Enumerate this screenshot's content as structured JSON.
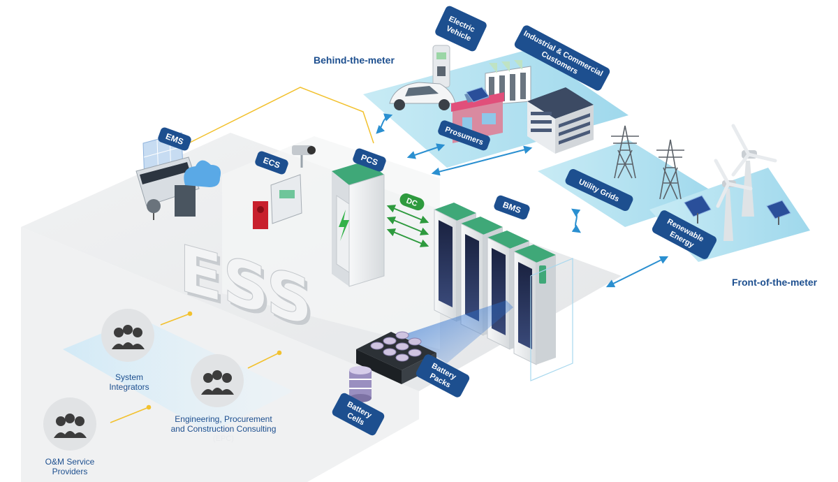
{
  "region_labels": {
    "behind": "Behind-the-meter",
    "front": "Front-of-the-meter"
  },
  "tags": {
    "ev": [
      "Electric",
      "Vehicle"
    ],
    "ic": [
      "Industrial & Commercial",
      "Customers"
    ],
    "prosumers": "Prosumers",
    "utility": "Utility Grids",
    "renewable": [
      "Renewable",
      "Energy"
    ],
    "ems": "EMS",
    "ecs": "ECS",
    "pcs": "PCS",
    "bms": "BMS",
    "dc": "DC",
    "battery_packs": [
      "Battery",
      "Packs"
    ],
    "battery_cells": [
      "Battery",
      "Cells"
    ]
  },
  "ess_text": "ESS",
  "stakeholders": {
    "system_integrators": [
      "System",
      "Integrators"
    ],
    "epc": [
      "Engineering, Procurement",
      "and Construction Consulting"
    ],
    "epc_sub": "(EPC)",
    "om": [
      "O&M Service",
      "Providers"
    ]
  },
  "colors": {
    "navy": "#1d4f8f",
    "accent_green": "#2e9a3e",
    "cyan_plate": "#bfe6f2",
    "arrow_blue": "#2a8fd0",
    "yellow_line": "#f2c12e",
    "rack_top": "#3fa878"
  },
  "icons": [
    "ev-charger-icon",
    "car-icon",
    "factory-icon",
    "building-icon",
    "store-icon",
    "power-tower-icon",
    "wind-turbine-icon",
    "solar-panel-icon",
    "control-desk-icon",
    "cloud-icon",
    "cctv-camera-icon",
    "fire-panel-icon",
    "pcs-cabinet-icon",
    "battery-rack-icon",
    "battery-pack-icon",
    "battery-cell-icon",
    "people-group-icon"
  ]
}
